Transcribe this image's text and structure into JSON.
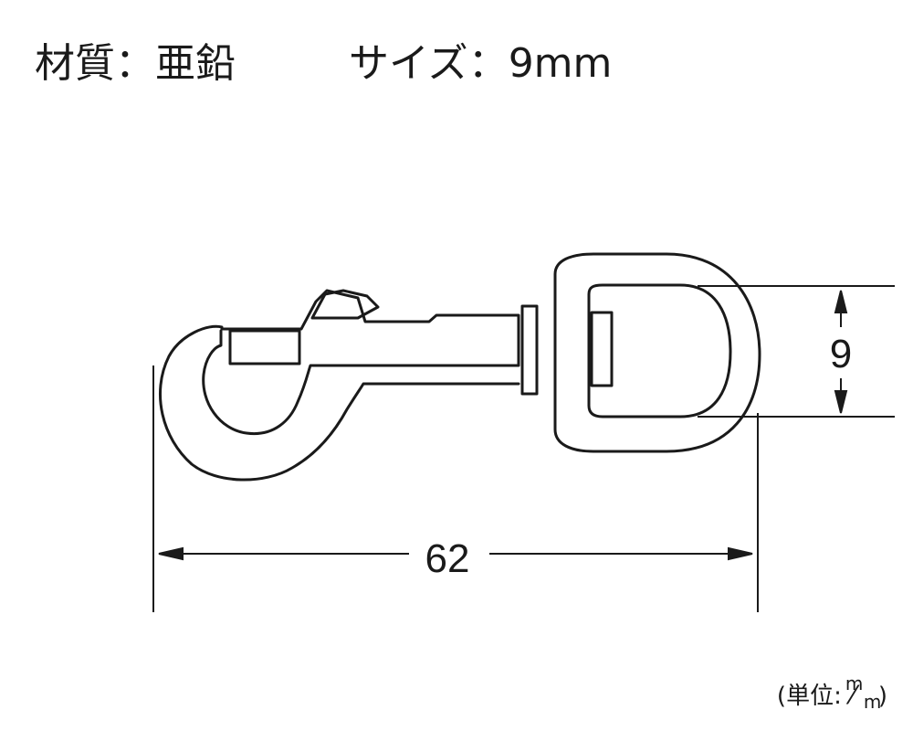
{
  "header": {
    "material_label": "材質",
    "material_sep": "：",
    "material_value": "亜鉛",
    "size_label": "サイズ",
    "size_sep": "：",
    "size_value": "9mm"
  },
  "dimensions": {
    "length": "62",
    "ring_width": "9"
  },
  "unit_note": {
    "open": "(",
    "label": "単位",
    "sep": ":",
    "num": "m",
    "slash": "⁄",
    "den": "m",
    "close": ")"
  },
  "colors": {
    "line": "#1a1a1a",
    "background": "#ffffff"
  }
}
